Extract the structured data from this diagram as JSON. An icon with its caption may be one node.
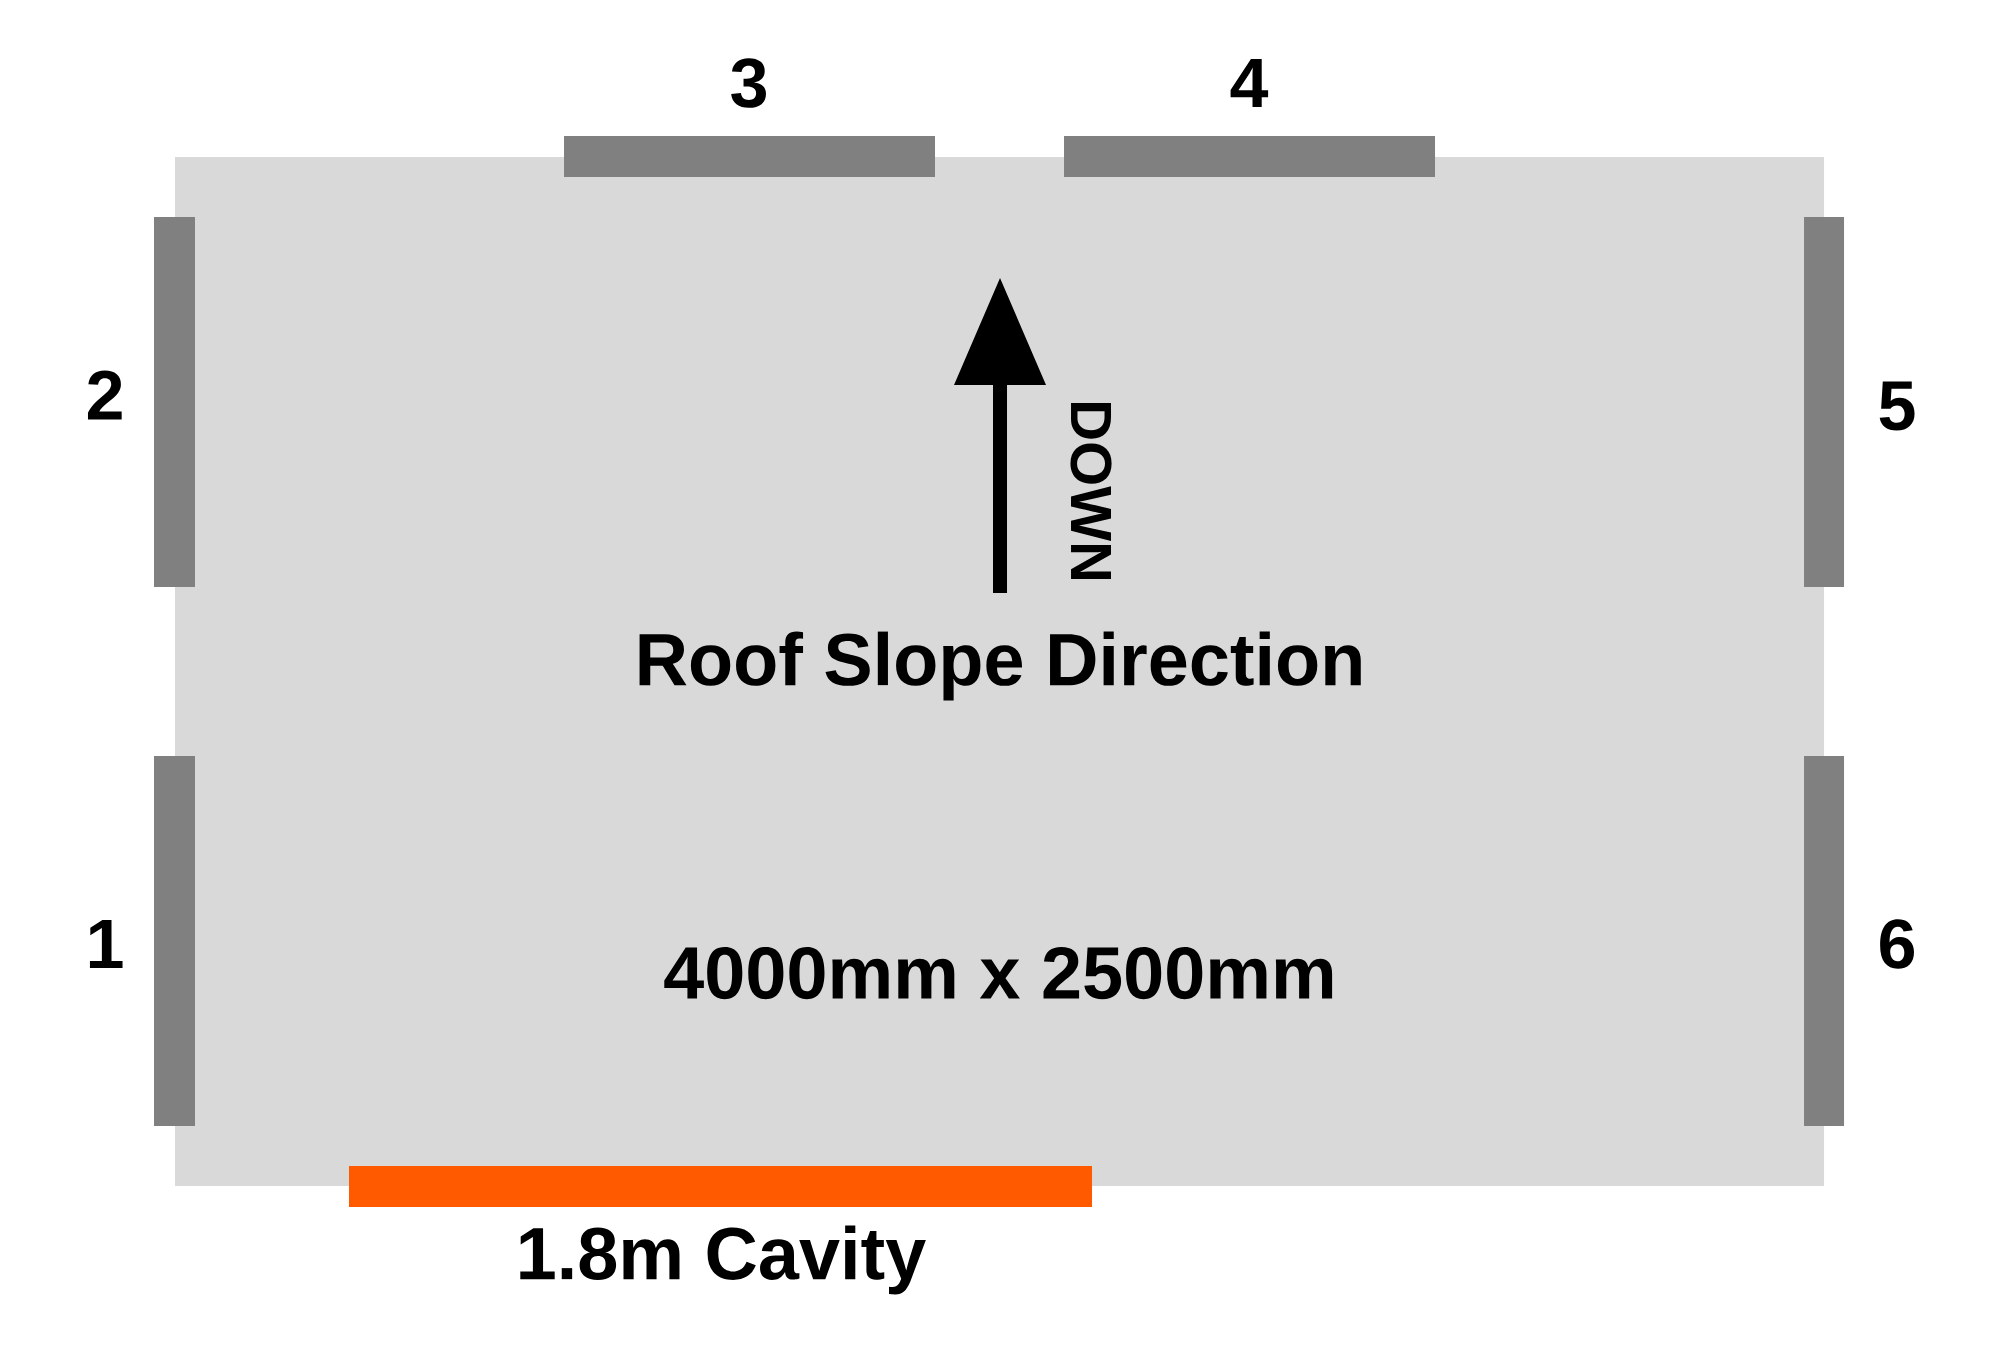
{
  "diagram": {
    "nodes": [
      {
        "text": [
          "DOWN",
          "Roof Slope Direction",
          "4000mm x 2500mm"
        ]
      },
      {
        "text": [],
        "shape": "bar",
        "beside": [
          "3"
        ]
      },
      {
        "text": [],
        "shape": "bar",
        "beside": [
          "4"
        ]
      },
      {
        "text": [],
        "shape": "bar",
        "beside": [
          "2"
        ]
      },
      {
        "text": [],
        "shape": "bar",
        "beside": [
          "5"
        ]
      },
      {
        "text": [],
        "shape": "bar",
        "beside": [
          "1"
        ]
      },
      {
        "text": [],
        "shape": "bar",
        "beside": [
          "6"
        ]
      },
      {
        "text": [],
        "shape": "bar",
        "beside": [
          "1.8m Cavity"
        ]
      }
    ]
  }
}
